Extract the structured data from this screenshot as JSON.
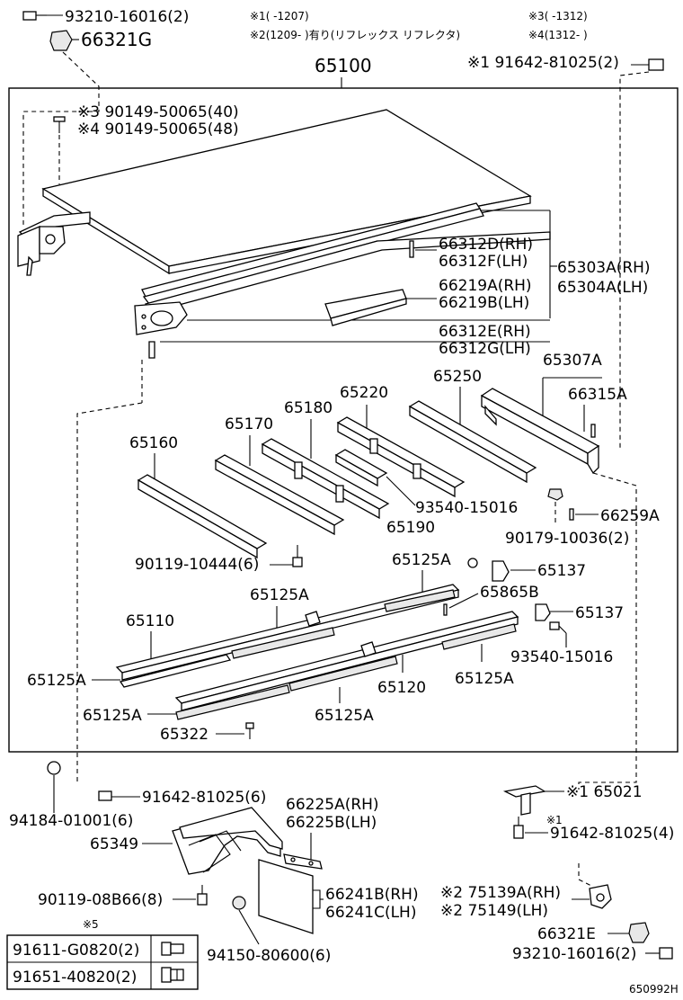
{
  "notes": {
    "n1": "※1(      -1207)",
    "n2": "※2(1209-      )有り(リフレックス リフレクタ)",
    "n3": "※3(      -1312)",
    "n4": "※4(1312-      )"
  },
  "labels": {
    "l_93210_top": "93210-16016(2)",
    "l_66321G": "66321G",
    "l_65100": "65100",
    "l_91642_top": "※1 91642-81025(2)",
    "l_90149_40": "※3 90149-50065(40)",
    "l_90149_48": "※4 90149-50065(48)",
    "l_66312D": "66312D(RH)",
    "l_66312F": "66312F(LH)",
    "l_65303A": "65303A(RH)",
    "l_65304A": "65304A(LH)",
    "l_66219A": "66219A(RH)",
    "l_66219B": "66219B(LH)",
    "l_66312E": "66312E(RH)",
    "l_66312G": "66312G(LH)",
    "l_65307A": "65307A",
    "l_65250": "65250",
    "l_65220": "65220",
    "l_66315A": "66315A",
    "l_65180": "65180",
    "l_65170": "65170",
    "l_65160": "65160",
    "l_93540_a": "93540-15016",
    "l_65190": "65190",
    "l_66259A": "66259A",
    "l_90179": "90179-10036(2)",
    "l_90119_10444": "90119-10444(6)",
    "l_65125A_1": "65125A",
    "l_65137_1": "65137",
    "l_65125A_2": "65125A",
    "l_65865B": "65865B",
    "l_65110": "65110",
    "l_65137_2": "65137",
    "l_93540_b": "93540-15016",
    "l_65125A_3": "65125A",
    "l_65120": "65120",
    "l_65125A_4": "65125A",
    "l_65125A_5": "65125A",
    "l_65125A_6": "65125A",
    "l_65322": "65322",
    "l_94184": "94184-01001(6)",
    "l_91642_6": "91642-81025(6)",
    "l_65021": "※1 65021",
    "l_66225A": "66225A(RH)",
    "l_66225B": "66225B(LH)",
    "l_65349": "65349",
    "l_91642_4": "91642-81025(4)",
    "l_90119_08B66": "90119-08B66(8)",
    "l_66241B": "66241B(RH)",
    "l_66241C": "66241C(LH)",
    "l_75139A": "※2 75139A(RH)",
    "l_75149": "※2 75149(LH)",
    "l_66321E": "66321E",
    "l_93210_bot": "93210-16016(2)",
    "l_94150": "94150-80600(6)",
    "l_note1_sym": "※1",
    "l_note5_sym": "※5",
    "l_tbl1": "91611-G0820(2)",
    "l_tbl2": "91651-40820(2)",
    "l_code": "650992H"
  }
}
